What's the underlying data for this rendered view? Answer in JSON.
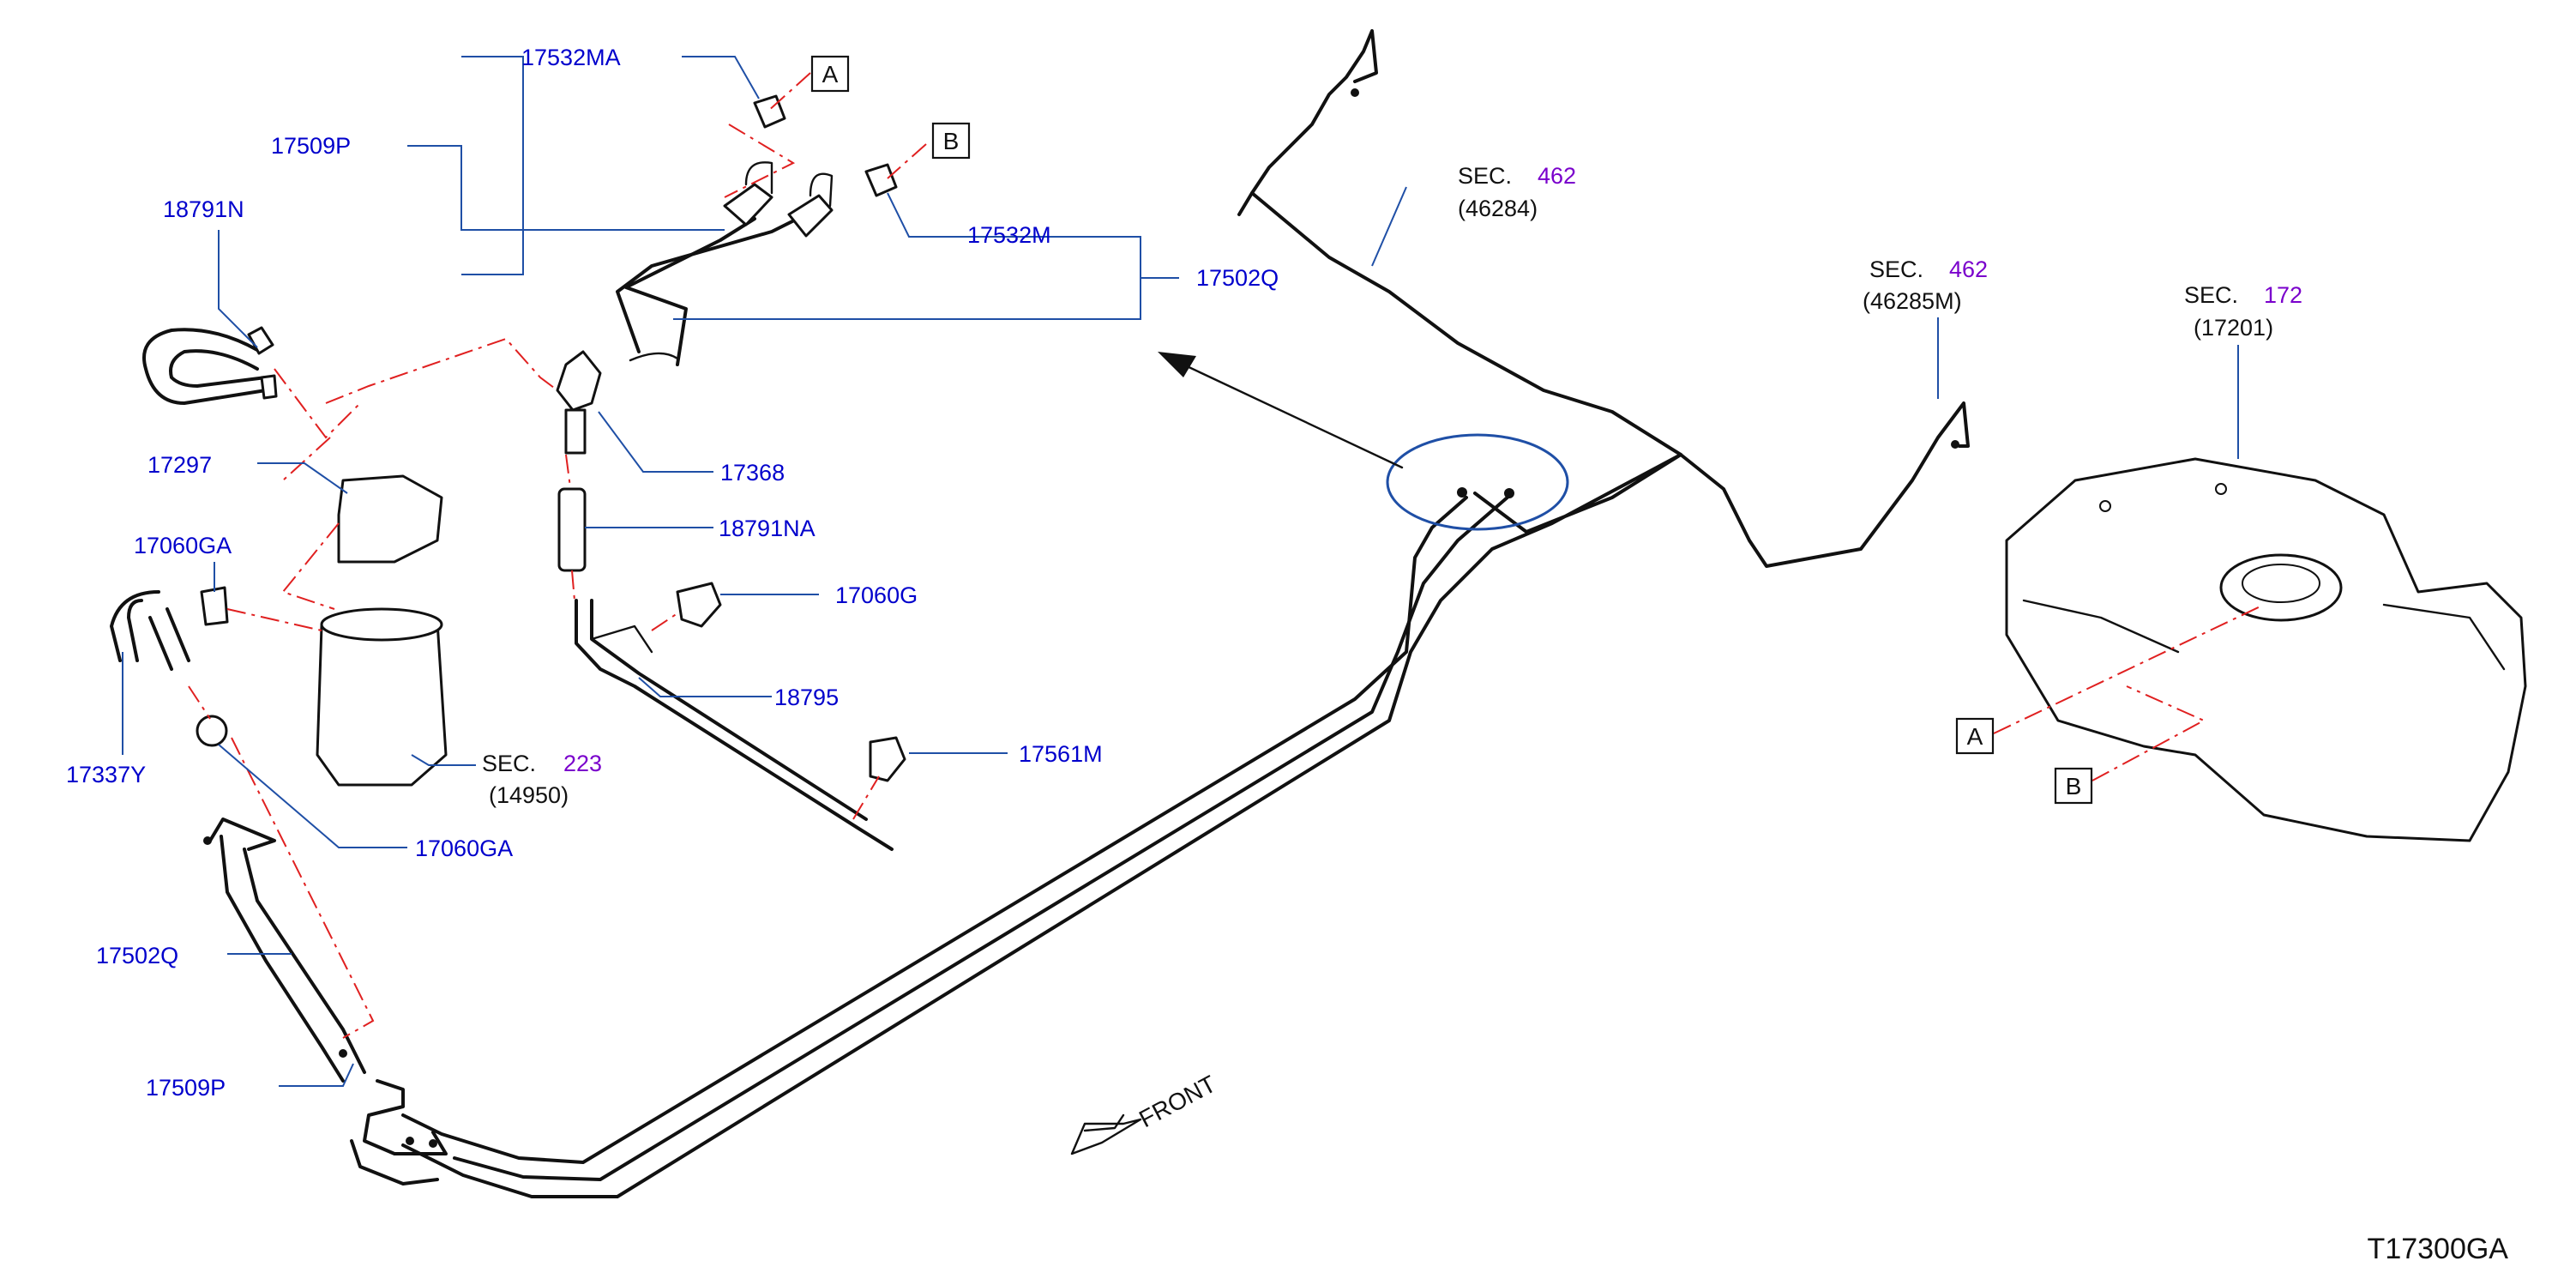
{
  "part_labels": {
    "p17532MA": "17532MA",
    "p17509P_top": "17509P",
    "p18791N": "18791N",
    "p17532M": "17532M",
    "p17502Q_top": "17502Q",
    "p17297": "17297",
    "p17368": "17368",
    "p17060GA_left": "17060GA",
    "p18791NA": "18791NA",
    "p17060G": "17060G",
    "p18795": "18795",
    "p17337Y": "17337Y",
    "p17561M": "17561M",
    "p17060GA_bottom": "17060GA",
    "p17502Q_bottom": "17502Q",
    "p17509P_bottom": "17509P"
  },
  "section_refs": [
    {
      "prefix": "SEC.",
      "number": "462",
      "part": "(46284)"
    },
    {
      "prefix": "SEC.",
      "number": "462",
      "part": "(46285M)"
    },
    {
      "prefix": "SEC.",
      "number": "172",
      "part": "(17201)"
    },
    {
      "prefix": "SEC.",
      "number": "223",
      "part": "(14950)"
    }
  ],
  "connection_markers": {
    "a": "A",
    "b": "B"
  },
  "front_label": "FRONT",
  "diagram_code": "T17300GA",
  "colors": {
    "part_label": "#0000cc",
    "section_number": "#7a00cc",
    "leader": "#1f4fa6",
    "phantom_line": "#e02020",
    "ink": "#111111"
  }
}
